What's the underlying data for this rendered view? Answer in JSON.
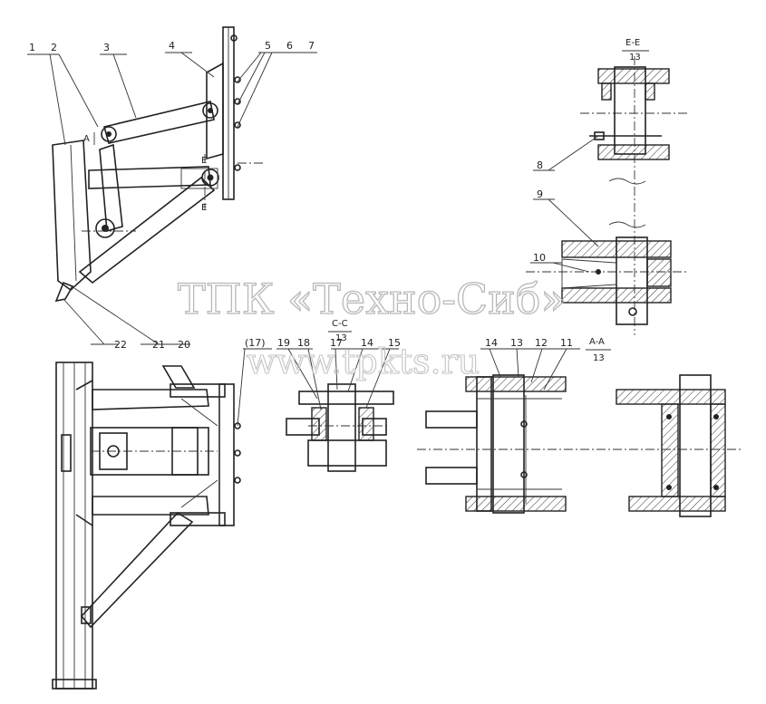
{
  "callouts": [
    {
      "id": "c1",
      "text": "1"
    },
    {
      "id": "c2",
      "text": "2"
    },
    {
      "id": "c3",
      "text": "3"
    },
    {
      "id": "c4",
      "text": "4"
    },
    {
      "id": "c5",
      "text": "5"
    },
    {
      "id": "c6",
      "text": "6"
    },
    {
      "id": "c7",
      "text": "7"
    },
    {
      "id": "c8",
      "text": "8"
    },
    {
      "id": "c9",
      "text": "9"
    },
    {
      "id": "c10",
      "text": "10"
    },
    {
      "id": "c11",
      "text": "11"
    },
    {
      "id": "c12",
      "text": "12"
    },
    {
      "id": "c13",
      "text": "13"
    },
    {
      "id": "c14a",
      "text": "14"
    },
    {
      "id": "c15",
      "text": "15"
    },
    {
      "id": "c14b",
      "text": "14"
    },
    {
      "id": "c17",
      "text": "17"
    },
    {
      "id": "c18",
      "text": "18"
    },
    {
      "id": "c19",
      "text": "19"
    },
    {
      "id": "c17p",
      "text": "(17)"
    },
    {
      "id": "c20",
      "text": "20"
    },
    {
      "id": "c21",
      "text": "21"
    },
    {
      "id": "c22",
      "text": "22"
    }
  ],
  "sections": {
    "ee": {
      "name": "E-E",
      "sheet": "13"
    },
    "cc": {
      "name": "C-C",
      "sheet": "13"
    },
    "aa": {
      "name": "A-A",
      "sheet": "13"
    }
  },
  "cut_marks": {
    "a": "A",
    "e1": "E",
    "e2": "E"
  },
  "watermark": {
    "line1": "ТПК «Техно-Сиб»",
    "line2": "www.tpkts.ru"
  }
}
